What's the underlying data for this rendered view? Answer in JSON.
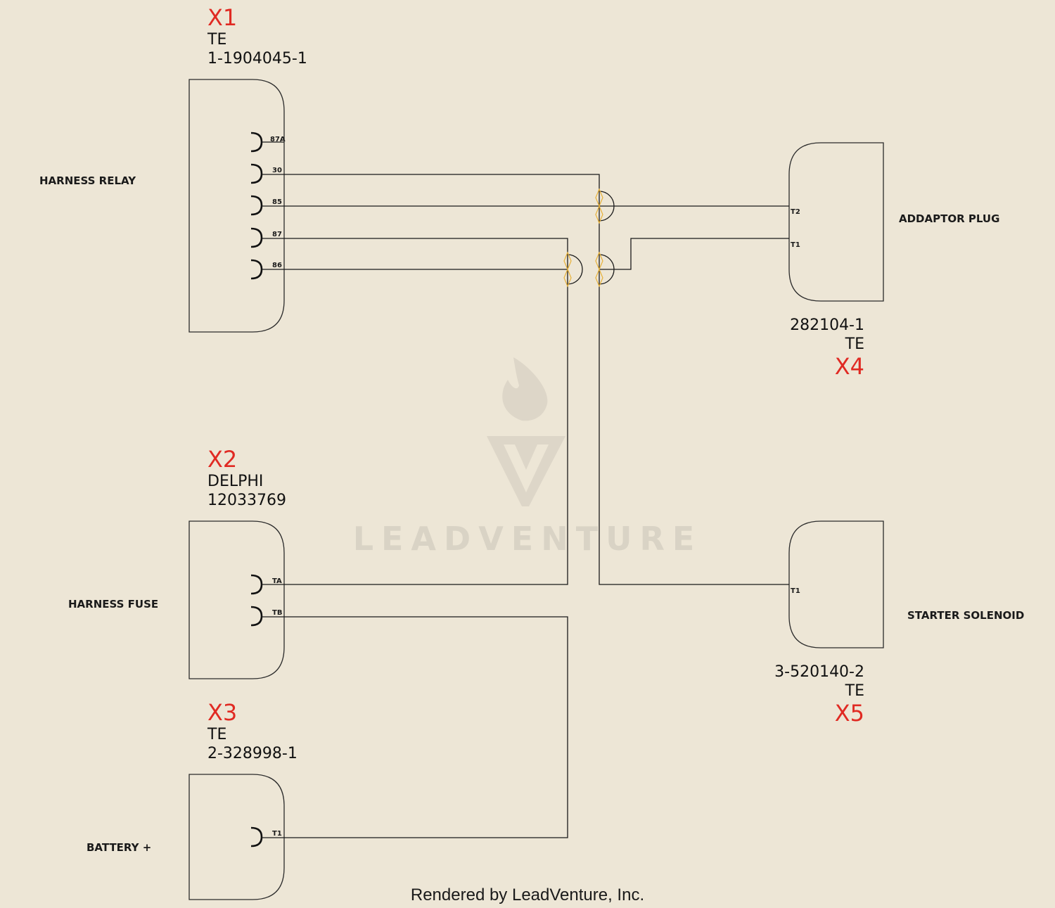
{
  "connectors": {
    "x1": {
      "id": "X1",
      "maker": "TE",
      "part": "1-1904045-1",
      "component": "HARNESS RELAY",
      "pins": [
        "87A",
        "30",
        "85",
        "87",
        "86"
      ]
    },
    "x2": {
      "id": "X2",
      "maker": "DELPHI",
      "part": "12033769",
      "component": "HARNESS FUSE",
      "pins": [
        "TA",
        "TB"
      ]
    },
    "x3": {
      "id": "X3",
      "maker": "TE",
      "part": "2-328998-1",
      "component": "BATTERY +",
      "pins": [
        "T1"
      ]
    },
    "x4": {
      "id": "X4",
      "maker": "TE",
      "part": "282104-1",
      "component": "ADDAPTOR PLUG",
      "pins": [
        "T2",
        "T1"
      ]
    },
    "x5": {
      "id": "X5",
      "maker": "TE",
      "part": "3-520140-2",
      "component": "STARTER SOLENOID",
      "pins": [
        "T1"
      ]
    }
  },
  "watermark": {
    "text": "LEADVENTURE"
  },
  "footer": {
    "text": "Rendered by LeadVenture, Inc."
  },
  "colors": {
    "background": "#ede6d6",
    "connector_id": "#e02a23",
    "wire": "#1a1a1a",
    "crossing_marker": "#e8b23a"
  }
}
